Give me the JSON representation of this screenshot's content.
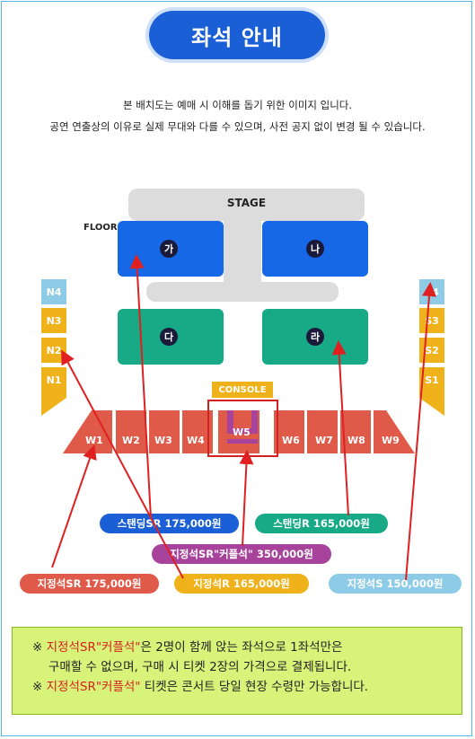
{
  "header": {
    "title": "좌석 안내"
  },
  "notice": {
    "line1": "본 배치도는 예매 시 이해를 돕기 위한 이미지 입니다.",
    "line2": "공연 연출상의 이유로 실제 무대와 다를 수 있으며, 사전 공지 없이 변경 될 수 있습니다."
  },
  "stage": {
    "label": "STAGE"
  },
  "floor": {
    "label": "FLOOR",
    "blocks": [
      "가",
      "나",
      "다",
      "라"
    ]
  },
  "left_sections": [
    "N4",
    "N3",
    "N2",
    "N1"
  ],
  "right_sections": [
    "S4",
    "S3",
    "S2",
    "S1"
  ],
  "console": {
    "label": "CONSOLE"
  },
  "west_sections": [
    "W1",
    "W2",
    "W3",
    "W4",
    "W5",
    "W6",
    "W7",
    "W8",
    "W9"
  ],
  "prices": {
    "standing_sr": "스탠딩SR 175,000원",
    "standing_r": "스탠딩R 165,000원",
    "couple_sr": "지정석SR\"커플석\" 350,000원",
    "reserved_sr": "지정석SR 175,000원",
    "reserved_r": "지정석R 165,000원",
    "reserved_s": "지정석S 150,000원"
  },
  "notes": {
    "line1_prefix": "※ ",
    "line1_red": "지정석SR\"커플석\"",
    "line1_rest": "은 2명이 함께 앉는 좌석으로 1좌석만은",
    "line2": "구매할 수 없으며, 구매 시 티켓 2장의 가격으로 결제됩니다.",
    "line3_prefix": "※ ",
    "line3_red": "지정석SR\"커플석\"",
    "line3_rest": " 티켓은 콘서트 당일 현장 수령만 가능합니다."
  },
  "colors": {
    "title_blue": "#1a5fd6",
    "floor_blue": "#1668e6",
    "floor_green": "#18a986",
    "west_red": "#e05a4a",
    "side_gold": "#f0b21a",
    "side_light": "#8ecbe6",
    "couple_purple": "#a8439c",
    "arrow_red": "#e02020"
  }
}
